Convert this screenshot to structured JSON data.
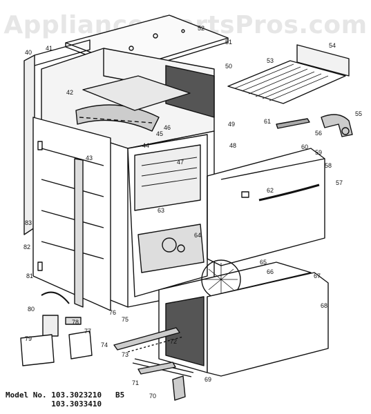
{
  "watermark": "AppliancesPartsPros.com",
  "model": {
    "label": "Model No.",
    "numbers": [
      "103.3023210",
      "103.3033410"
    ],
    "suffix": "B5"
  },
  "callouts": [
    "40",
    "41",
    "42",
    "43",
    "44",
    "45",
    "46",
    "47",
    "48",
    "49",
    "50",
    "51",
    "52",
    "53",
    "54",
    "55",
    "56",
    "57",
    "58",
    "59",
    "60",
    "61",
    "62",
    "63",
    "64",
    "65",
    "66",
    "67",
    "68",
    "69",
    "70",
    "71",
    "72",
    "73",
    "74",
    "75",
    "76",
    "77",
    "78",
    "79",
    "80",
    "81",
    "82",
    "83"
  ]
}
